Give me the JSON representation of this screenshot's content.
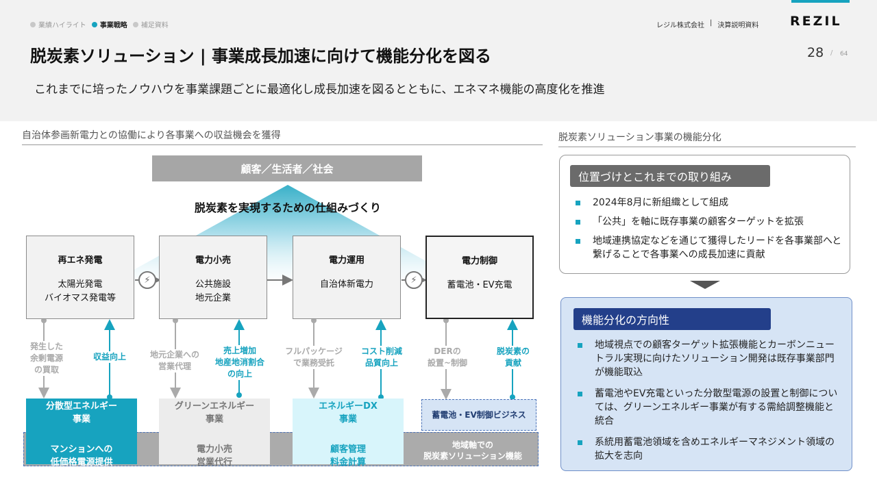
{
  "nav": {
    "items": [
      {
        "label": "業績ハイライト",
        "active": false
      },
      {
        "label": "事業戦略",
        "active": true
      },
      {
        "label": "補足資料",
        "active": false
      }
    ]
  },
  "header": {
    "company": "レジル株式会社",
    "separator": "|",
    "doc_type": "決算説明資料",
    "logo": "REZIL",
    "title": "脱炭素ソリューション | 事業成長加速に向けて機能分化を図る",
    "page_number": "28",
    "page_sep": "/",
    "page_total": "64",
    "subtitle": "これまでに培ったノウハウを事業課題ごとに最適化し成長加速を図るとともに、エネマネ機能の高度化を推進"
  },
  "left": {
    "heading": "自治体参画新電力との協働により各事業への収益機会を獲得",
    "customer": "顧客／生活者／社会",
    "mechanism": "脱炭素を実現するための仕組みづくり",
    "flow": [
      {
        "title": "再エネ発電",
        "line1": "太陽光発電",
        "line2": "バイオマス発電等"
      },
      {
        "title": "電力小売",
        "line1": "公共施設",
        "line2": "地元企業"
      },
      {
        "title": "電力運用",
        "line1": "自治体新電力",
        "line2": ""
      },
      {
        "title": "電力制御",
        "line1": "蓄電池・EV充電",
        "line2": ""
      }
    ],
    "labels": {
      "l1": [
        "発生した",
        "余剰電源",
        "の買取"
      ],
      "l2": [
        "収益向上"
      ],
      "l3": [
        "地元企業への",
        "営業代理"
      ],
      "l4": [
        "売上増加",
        "地産地消割合",
        "の向上"
      ],
      "l5": [
        "フルパッケージ",
        "で業務受託"
      ],
      "l6": [
        "コスト削減",
        "品質向上"
      ],
      "l7": [
        "DERの",
        "設置~制御"
      ],
      "l8": [
        "脱炭素の",
        "貢献"
      ]
    },
    "businesses": [
      {
        "name1": "分散型エネルギー",
        "name2": "事業",
        "desc1": "マンションへの",
        "desc2": "低価格電源提供"
      },
      {
        "name1": "グリーンエネルギー",
        "name2": "事業",
        "desc1": "電力小売",
        "desc2": "営業代行"
      },
      {
        "name1": "エネルギーDX",
        "name2": "事業",
        "desc1": "顧客管理",
        "desc2": "料金計算"
      }
    ],
    "battery_business": "蓄電池・EV制御ビジネス",
    "regional": [
      "地域軸での",
      "脱炭素ソリューション機能"
    ]
  },
  "right": {
    "heading": "脱炭素ソリューション事業の機能分化",
    "positioning": {
      "title": "位置づけとこれまでの取り組み",
      "bullets": [
        "2024年8月に新組織として組成",
        "「公共」を軸に既存事業の顧客ターゲットを拡張",
        "地域連携協定などを通じて獲得したリードを各事業部へと繋げることで各事業への成長加速に貢献"
      ]
    },
    "direction": {
      "title": "機能分化の方向性",
      "bullets": [
        "地域視点での顧客ターゲット拡張機能とカーボンニュートラル実現に向けたソリューション開発は既存事業部門が機能取込",
        "蓄電池やEV充電といった分散型電源の設置と制御については、グリーンエネルギー事業が有する需給調整機能と統合",
        "系統用蓄電池領域を含めエネルギーマネジメント領域の拡大を志向"
      ]
    }
  },
  "icons": {
    "bolt": "lightning-bolt-icon",
    "bullet": "square-bullet-icon"
  },
  "colors": {
    "teal": "#17a3bf",
    "navy": "#233f8a",
    "gray": "#a6a6a6",
    "light_blue": "#d6e4f5"
  }
}
